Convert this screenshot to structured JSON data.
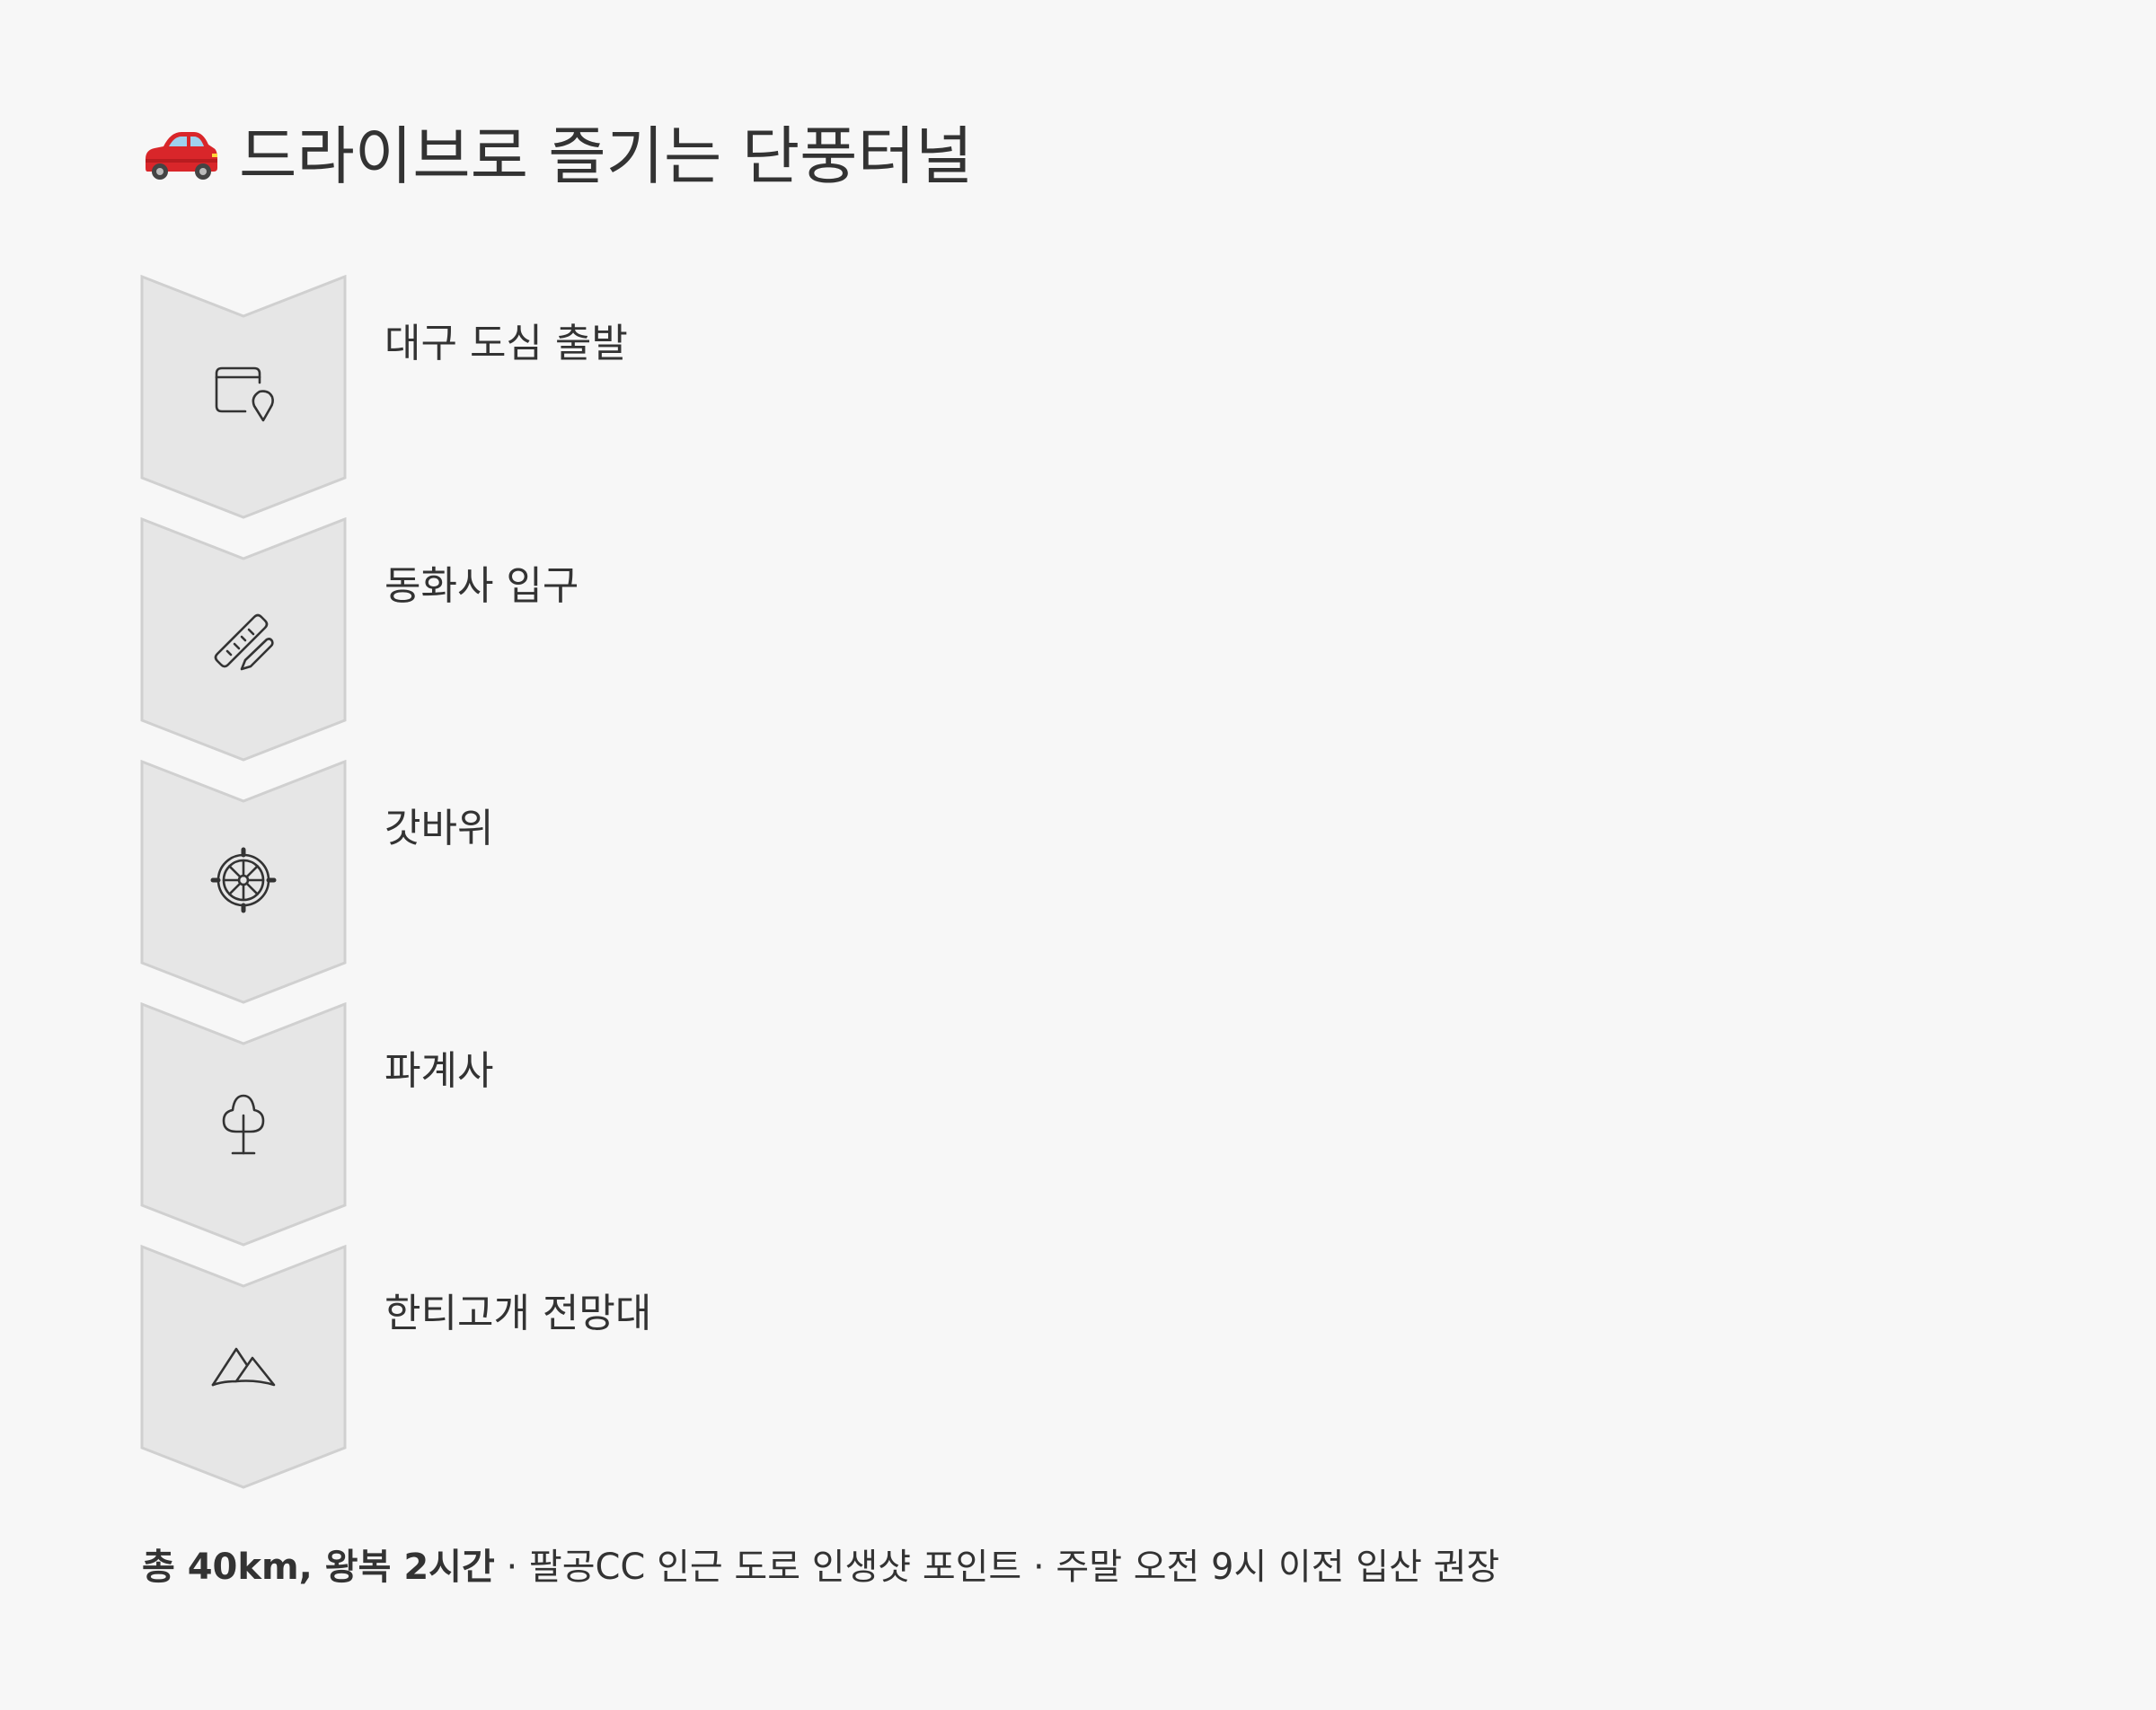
{
  "title": {
    "emoji": "car",
    "text": "드라이브로 즐기는 단풍터널"
  },
  "steps": [
    {
      "label": "대구 도심 출발",
      "icon": "calendar-pin-icon"
    },
    {
      "label": "동화사 입구",
      "icon": "ruler-pencil-icon"
    },
    {
      "label": "갓바위",
      "icon": "ship-wheel-icon"
    },
    {
      "label": "파계사",
      "icon": "tree-icon"
    },
    {
      "label": "한티고개 전망대",
      "icon": "mountain-icon"
    }
  ],
  "footer": {
    "summary": "총 40km, 왕복 2시간",
    "separator": " · ",
    "note1": "팔공CC 인근 도로 인생샷 포인트",
    "note2": "주말 오전 9시 이전 입산 권장"
  },
  "colors": {
    "background": "#f7f7f7",
    "chevron_fill": "#e6e6e6",
    "chevron_stroke": "#d0d0d0",
    "text": "#333333",
    "car_red": "#d9262a"
  }
}
